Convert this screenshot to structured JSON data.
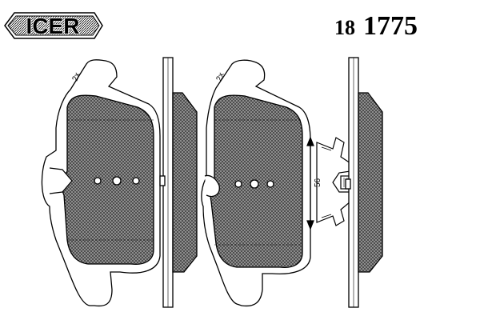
{
  "header": {
    "brand": "ICER",
    "part_number_prefix": "18",
    "part_number_main": "1775"
  },
  "drawing": {
    "pad_left_quantity": "2x",
    "pad_right_quantity": "2x",
    "sensor_dimension": "56"
  },
  "colors": {
    "ink": "#000000",
    "friction_fill": "#8a8a8a",
    "background": "#ffffff"
  }
}
